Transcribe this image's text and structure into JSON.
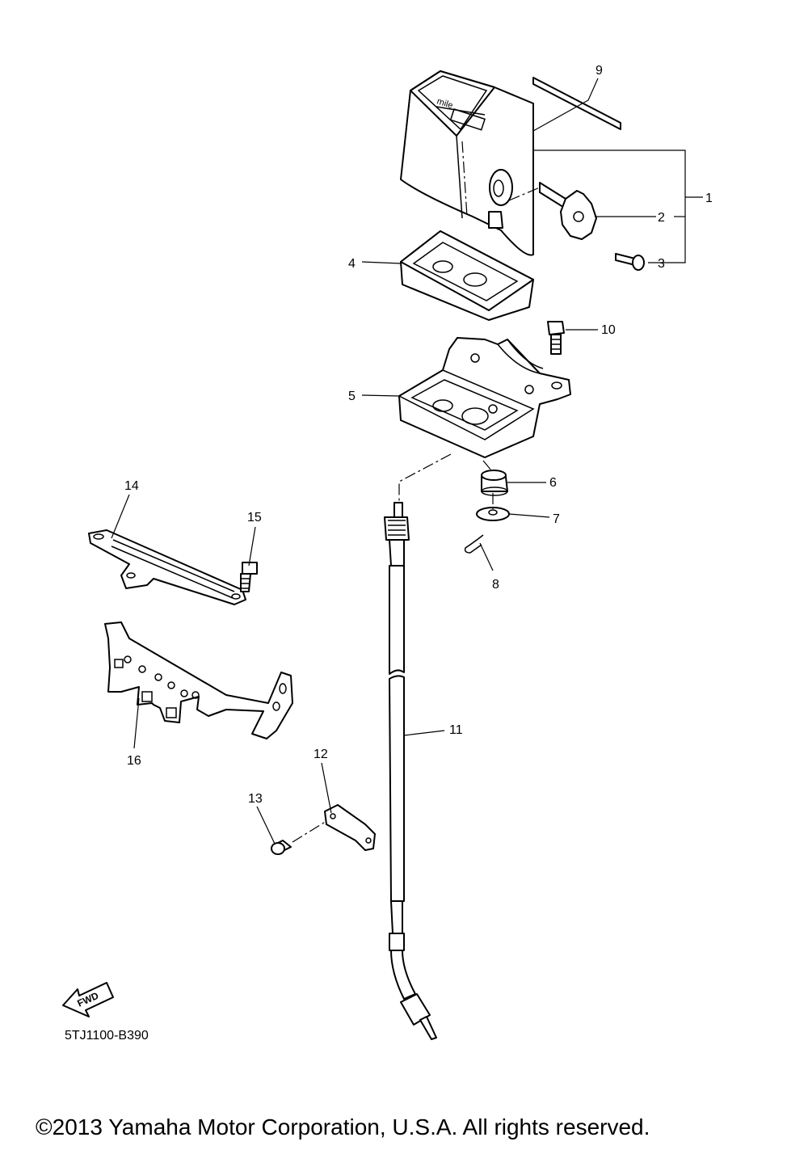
{
  "callouts": {
    "c1": "1",
    "c2": "2",
    "c3": "3",
    "c4": "4",
    "c5": "5",
    "c6": "6",
    "c7": "7",
    "c8": "8",
    "c9": "9",
    "c10": "10",
    "c11": "11",
    "c12": "12",
    "c13": "13",
    "c14": "14",
    "c15": "15",
    "c16": "16"
  },
  "meter_face_text": "mile",
  "fwd_label": "FWD",
  "diagram_code": "5TJ1100-B390",
  "copyright": "©2013 Yamaha Motor Corporation, U.S.A. All rights reserved."
}
